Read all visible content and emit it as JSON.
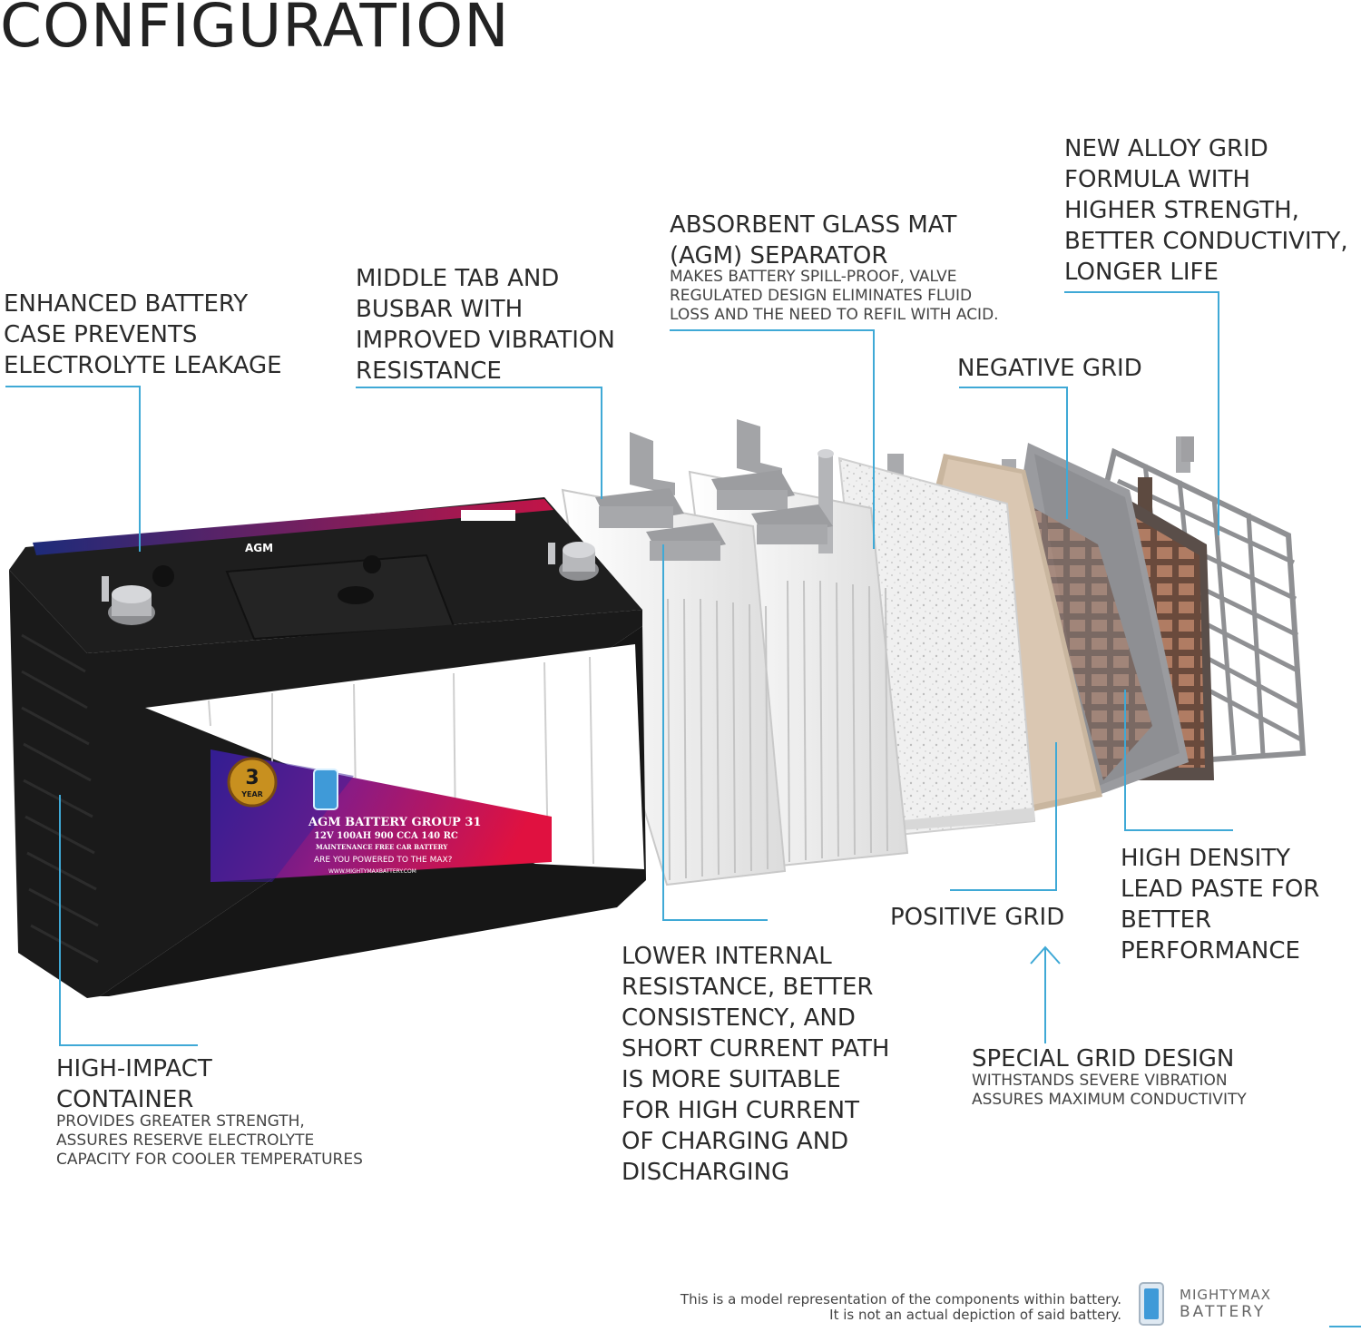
{
  "title": "CONFIGURATION",
  "labels": {
    "case": "ENHANCED BATTERY\nCASE PREVENTS\nELECTROLYTE LEAKAGE",
    "middle_tab": "MIDDLE TAB AND\nBUSBAR WITH\nIMPROVED VIBRATION\nRESISTANCE",
    "agm_title": "ABSORBENT GLASS MAT\n(AGM) SEPARATOR",
    "agm_sub": "MAKES BATTERY SPILL-PROOF, VALVE\nREGULATED DESIGN ELIMINATES FLUID\nLOSS AND THE NEED TO REFIL WITH ACID.",
    "alloy": "NEW ALLOY GRID\nFORMULA WITH\nHIGHER STRENGTH,\nBETTER CONDUCTIVITY,\nLONGER LIFE",
    "negative": "NEGATIVE GRID",
    "positive": "POSITIVE GRID",
    "density": "HIGH DENSITY\nLEAD PASTE FOR\nBETTER\nPERFORMANCE",
    "resistance": "LOWER INTERNAL\nRESISTANCE, BETTER\nCONSISTENCY, AND\nSHORT CURRENT PATH\nIS MORE SUITABLE\nFOR HIGH CURRENT\nOF CHARGING AND\nDISCHARGING",
    "special_title": "SPECIAL GRID DESIGN",
    "special_sub": "WITHSTANDS SEVERE VIBRATION\nASSURES MAXIMUM CONDUCTIVITY",
    "container_title": "HIGH-IMPACT\nCONTAINER",
    "container_sub": "PROVIDES GREATER STRENGTH,\nASSURES RESERVE ELECTROLYTE\nCAPACITY FOR COOLER TEMPERATURES"
  },
  "footer": {
    "note": "This is a model representation of the components within battery.\nIt is not an actual depiction of said battery.",
    "brand_top": "MIGHTYMAX",
    "brand_bottom": "BATTERY"
  },
  "battery_label": {
    "warranty_num": "3",
    "warranty_word": "YEAR",
    "group": "AGM BATTERY GROUP 31",
    "spec": "12V 100AH 900 CCA 140 RC",
    "free": "MAINTENANCE FREE CAR BATTERY",
    "slogan": "ARE YOU POWERED TO THE MAX?",
    "url": "WWW.MIGHTYMAXBATTERY.COM",
    "top_agm": "AGM"
  },
  "colors": {
    "leader": "#3fa9d6",
    "case": "#1c1c1c",
    "plate": "#f3f3f3",
    "positive_paste": "#d8c4ad",
    "negative_grid": "#8e8f93",
    "label_gradient_start": "#2b1a8a",
    "label_gradient_end": "#e01140"
  }
}
